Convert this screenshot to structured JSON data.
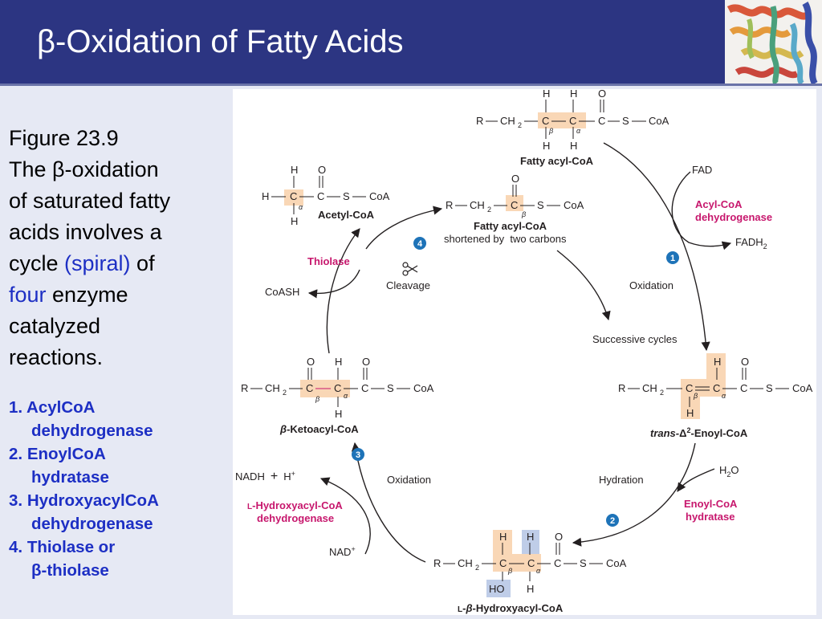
{
  "slide": {
    "title": "β-Oxidation of Fatty Acids",
    "caption": {
      "line1": "Figure 23.9",
      "line2a": "The β-oxidation",
      "line2b": "of saturated fatty",
      "line2c": "acids involves a",
      "line2d": "cycle ",
      "spiral": "(spiral)",
      "line2e": " of",
      "four": "four",
      "line2f": " enzyme",
      "line2g": "catalyzed",
      "line2h": "reactions."
    },
    "steps": [
      {
        "num": "1.",
        "line1": "AcylCoA",
        "line2": "dehydrogenase"
      },
      {
        "num": "2.",
        "line1": "EnoylCoA",
        "line2": "hydratase"
      },
      {
        "num": "3.",
        "line1": "HydroxyacylCoA",
        "line2": "dehydrogenase"
      },
      {
        "num": "4.",
        "line1": "Thiolase or",
        "line2": "β-thiolase"
      }
    ]
  },
  "figure": {
    "compounds": {
      "fatty_acyl_coa": "Fatty acyl-CoA",
      "acetyl_coa": "Acetyl-CoA",
      "shortened_name": "Fatty acyl-CoA",
      "shortened_note": "shortened by  two carbons",
      "enoyl_prefix": "trans-",
      "enoyl_delta": "Δ",
      "enoyl_sup": "2",
      "enoyl_suffix": "-Enoyl-CoA",
      "hydroxyacyl_prefix": "L",
      "hydroxyacyl_beta": "β",
      "hydroxyacyl_suffix": "-Hydroxyacyl-CoA",
      "ketoacyl_beta": "β",
      "ketoacyl_suffix": "-Ketoacyl-CoA"
    },
    "atoms": {
      "R": "R",
      "C": "C",
      "H": "H",
      "O": "O",
      "S": "S",
      "CoA": "CoA",
      "CH": "CH",
      "sub2": "2",
      "HO": "HO",
      "alpha": "α",
      "beta": "β"
    },
    "reagents": {
      "fad": "FAD",
      "fadh2": "FADH",
      "fadh2_sub": "2",
      "h2o": "H",
      "h2o_sub": "2",
      "h2o_o": "O",
      "nadh": "NADH",
      "plus": "+",
      "hplus": "H",
      "hplus_sup": "+",
      "nad": "NAD",
      "nad_sup": "+",
      "coash": "CoASH"
    },
    "enzymes": {
      "e1_line1": "Acyl-CoA",
      "e1_line2": "dehydrogenase",
      "e2_line1": "Enoyl-CoA",
      "e2_line2": "hydratase",
      "e3_prefix": "L",
      "e3_line1": "-Hydroxyacyl-CoA",
      "e3_line2": "dehydrogenase",
      "e4": "Thiolase"
    },
    "processes": {
      "oxidation1": "Oxidation",
      "hydration": "Hydration",
      "oxidation2": "Oxidation",
      "cleavage": "Cleavage",
      "successive": "Successive cycles"
    },
    "badges": {
      "b1": "1",
      "b2": "2",
      "b3": "3",
      "b4": "4"
    },
    "colors": {
      "enzyme": "#c7176d",
      "badge": "#1e73b8",
      "highlight_orange": "#f9d7b6",
      "highlight_blue": "#bfcde8",
      "header": "#2c3582"
    }
  }
}
